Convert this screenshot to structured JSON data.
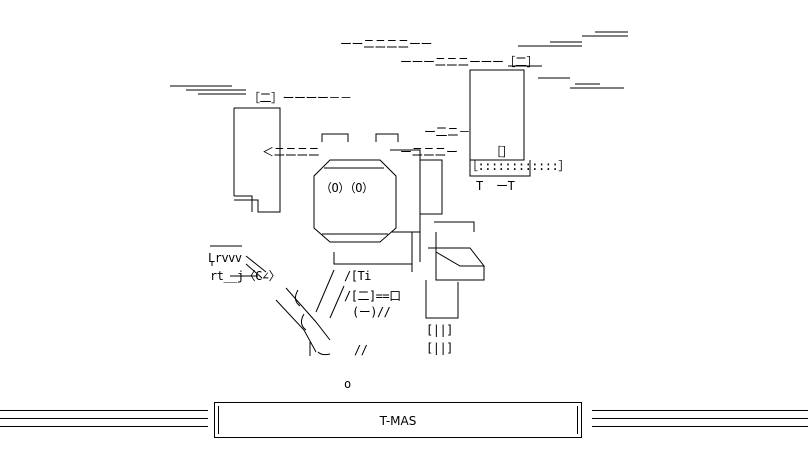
{
  "art": {
    "lines": [
      "ーーニニニニーー",
      "ーーーニニニーーー［二］",
      "［二］ーーーー－－",
      "＜ニニニニ",
      "ー二ニ－",
      "（O）（O）",
      "ーニニニー",
      "［］",
      "［::::::::::::］",
      "T  ーT",
      "Lrvvv",
      "rt__j〈C∠〉",
      "/[Ti",
      "/[二]==口",
      "(ー)//",
      "//",
      "o",
      "[||]",
      "[||]"
    ]
  },
  "caption": {
    "text": "T-MAS"
  }
}
